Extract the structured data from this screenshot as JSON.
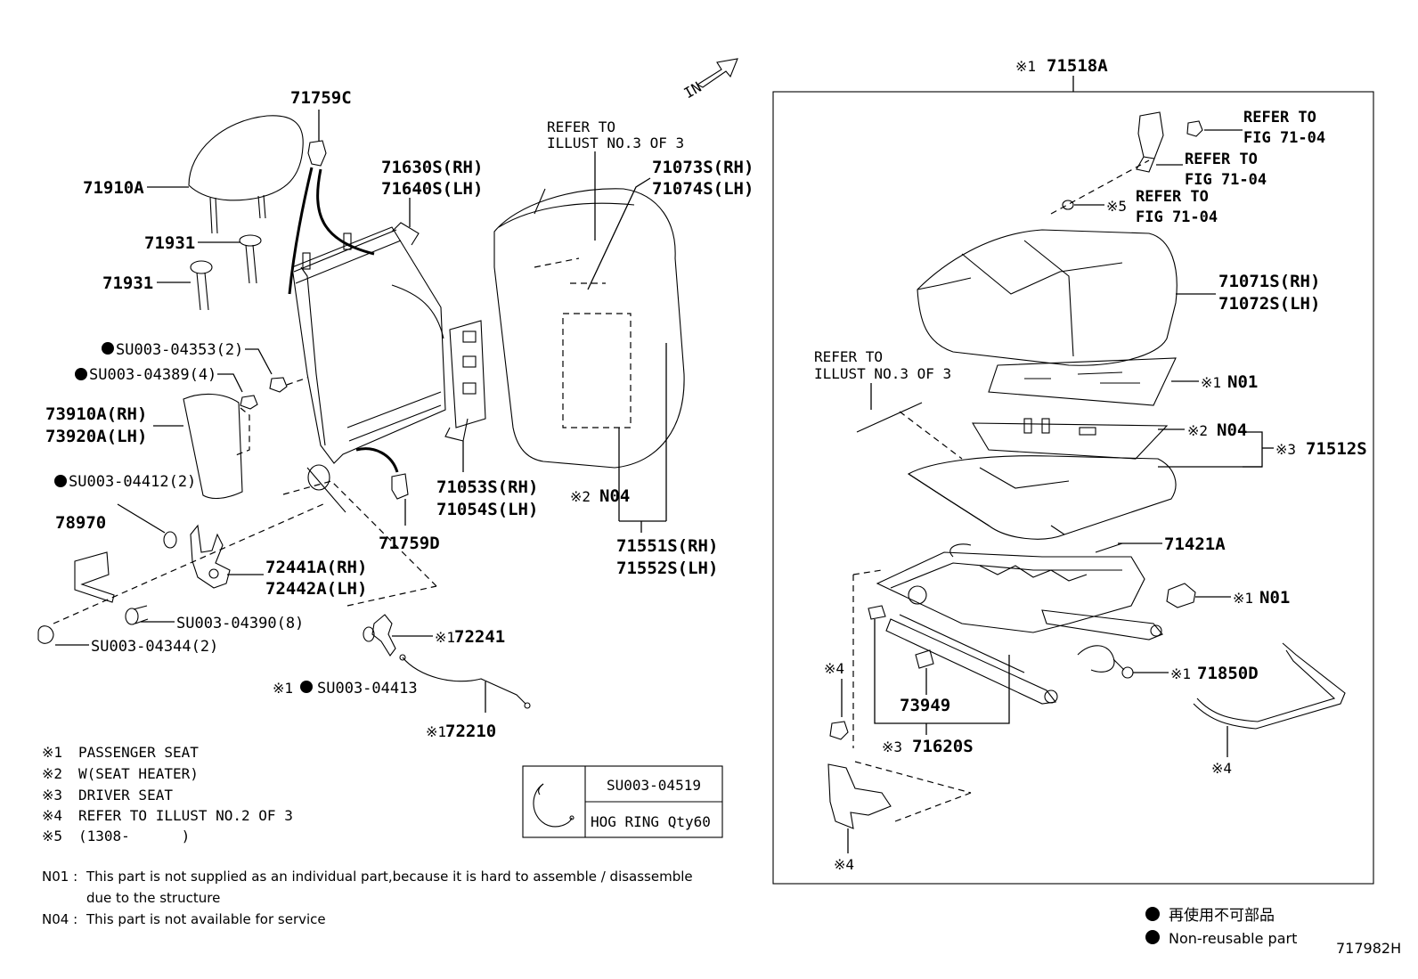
{
  "diagram_id": "717982H",
  "direction_label": "IN",
  "parts": {
    "p71759C": "71759C",
    "p71910A": "71910A",
    "p71931a": "71931",
    "p71931b": "71931",
    "p71630S": "71630S(RH)",
    "p71640S": "71640S(LH)",
    "p71073S": "71073S(RH)",
    "p71074S": "71074S(LH)",
    "su04353": "SU003-04353(2)",
    "su04389": "SU003-04389(4)",
    "p73910A": "73910A(RH)",
    "p73920A": "73920A(LH)",
    "su04412": "SU003-04412(2)",
    "p78970": "78970",
    "p72441A": "72441A(RH)",
    "p72442A": "72442A(LH)",
    "su04390": "SU003-04390(8)",
    "su04344": "SU003-04344(2)",
    "p71759D": "71759D",
    "p71053S": "71053S(RH)",
    "p71054S": "71054S(LH)",
    "n04_back": "N04",
    "p71551S": "71551S(RH)",
    "p71552S": "71552S(LH)",
    "p72241": "72241",
    "su04413": "SU003-04413",
    "p72210": "72210",
    "p71518A": "71518A",
    "p71071S": "71071S(RH)",
    "p71072S": "71072S(LH)",
    "n01_pad": "N01",
    "n04_heater": "N04",
    "p71512S": "71512S",
    "p71421A": "71421A",
    "n01_switch": "N01",
    "p71850D": "71850D",
    "p73949": "73949",
    "p71620S": "71620S"
  },
  "marks": {
    "m1": "※1",
    "m2": "※2",
    "m3": "※3",
    "m4": "※4",
    "m5": "※5"
  },
  "refer": {
    "illust3_l1": "REFER TO",
    "illust3_l2": "ILLUST NO.3 OF 3",
    "illust3b_l1": "REFER TO",
    "illust3b_l2": "ILLUST NO.3 OF 3",
    "fig_a_l1": "REFER TO",
    "fig_a_l2": "FIG 71-04",
    "fig_b_l1": "REFER TO",
    "fig_b_l2": "FIG 71-04",
    "fig_c_l1": "REFER TO",
    "fig_c_l2": "FIG 71-04"
  },
  "legend": [
    {
      "mark": "※1",
      "text": "PASSENGER SEAT"
    },
    {
      "mark": "※2",
      "text": "W(SEAT HEATER)"
    },
    {
      "mark": "※3",
      "text": "DRIVER SEAT"
    },
    {
      "mark": "※4",
      "text": "REFER TO ILLUST NO.2 OF 3"
    },
    {
      "mark": "※5",
      "text": "(1308-      )"
    }
  ],
  "footnotes": {
    "n01_label": "N01 :",
    "n01_line1": "This part is not supplied as an individual part,because it is hard to assemble / disassemble",
    "n01_line2": "due to the structure",
    "n04_label": "N04 :",
    "n04_line1": "This part is not available for service"
  },
  "hog_ring": {
    "part": "SU003-04519",
    "desc": "HOG RING Qty60"
  },
  "nonreusable": {
    "jp": "再使用不可部品",
    "en": "Non-reusable part"
  }
}
